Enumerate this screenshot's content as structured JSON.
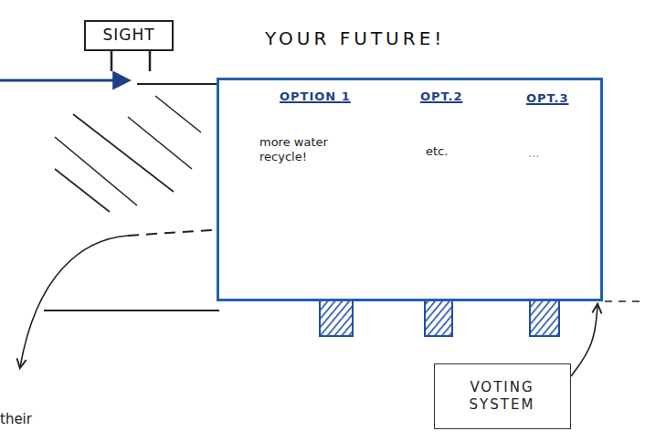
{
  "diagram": {
    "title": "YOUR FUTURE!",
    "nodes": [
      {
        "text": [
          "SIGHT"
        ]
      },
      {
        "text": [
          "OPTION 1",
          "more water recycle!",
          "OPT.2",
          "etc.",
          "OPT.3",
          "..."
        ]
      },
      {
        "text": [
          "VOTING SYSTEM"
        ]
      }
    ],
    "edges": [
      {
        "from": 2,
        "to": 1,
        "arrow": "to"
      }
    ],
    "labels": [
      "their"
    ]
  }
}
